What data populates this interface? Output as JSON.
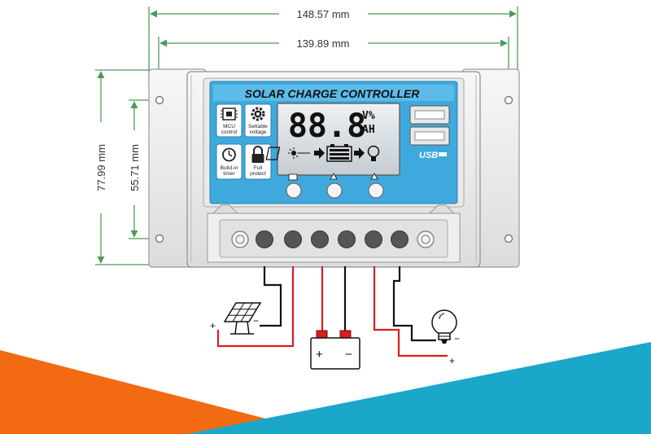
{
  "dimensions": {
    "outer_width": "148.57 mm",
    "inner_width": "139.89 mm",
    "outer_height": "77.99 mm",
    "inner_height": "55.71 mm"
  },
  "panel": {
    "title": "SOLAR CHARGE CONTROLLER",
    "features": [
      {
        "icon": "chip-icon",
        "line1": "MCU",
        "line2": "control"
      },
      {
        "icon": "gear-icon",
        "line1": "Settable",
        "line2": "voltage"
      },
      {
        "icon": "clock-icon",
        "line1": "Build-in",
        "line2": "timer"
      },
      {
        "icon": "lock-icon",
        "line1": "Full",
        "line2": "protect"
      }
    ],
    "lcd": {
      "digits": "88.8",
      "unit_top": "V%",
      "unit_bottom": "AH"
    },
    "usb_label": "USB"
  },
  "wiring": {
    "plus_sign": "+",
    "minus_sign": "−",
    "battery_plus": "+",
    "battery_minus": "−"
  },
  "colors": {
    "dimension_green": "#4f9a5a",
    "panel_blue": "#3fa9dd",
    "wire_red": "#d81e1e",
    "wire_black": "#111111",
    "accent_orange": "#f26a12",
    "accent_cyan": "#1aa7c9"
  }
}
